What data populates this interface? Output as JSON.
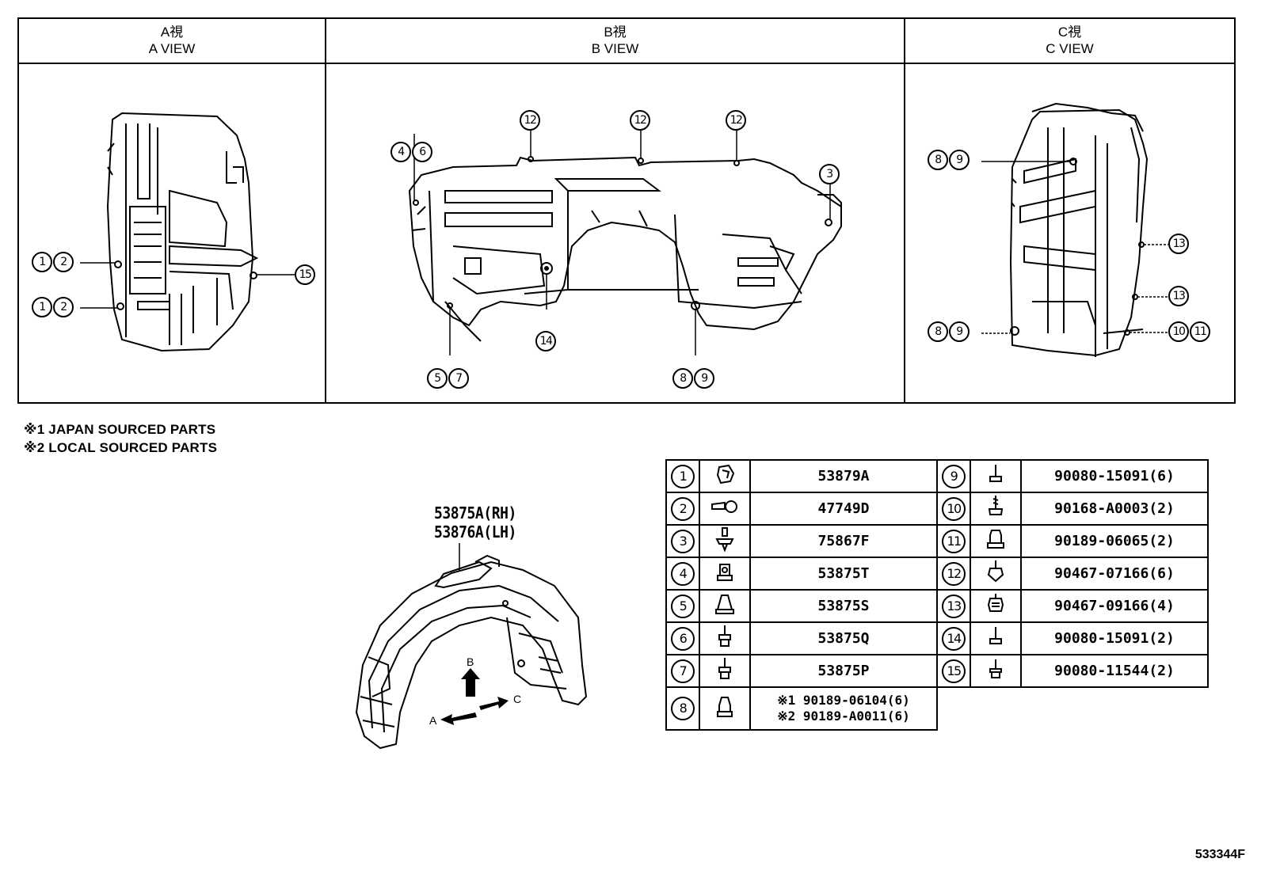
{
  "views": [
    {
      "title_jp": "A視",
      "title_en": "A VIEW"
    },
    {
      "title_jp": "B視",
      "title_en": "B VIEW"
    },
    {
      "title_jp": "C視",
      "title_en": "C VIEW"
    }
  ],
  "callouts": {
    "a_1": [
      "1",
      "2"
    ],
    "a_2": [
      "1",
      "2"
    ],
    "a_3": [
      "15"
    ],
    "b_1": [
      "4",
      "6"
    ],
    "b_2": [
      "12"
    ],
    "b_3": [
      "12"
    ],
    "b_4": [
      "12"
    ],
    "b_5": [
      "3"
    ],
    "b_6": [
      "14"
    ],
    "b_7": [
      "5",
      "7"
    ],
    "b_8": [
      "8",
      "9"
    ],
    "c_1": [
      "8",
      "9"
    ],
    "c_2": [
      "13"
    ],
    "c_3": [
      "13"
    ],
    "c_4": [
      "8",
      "9"
    ],
    "c_5": [
      "10",
      "11"
    ]
  },
  "notes": [
    "※1 JAPAN SOURCED PARTS",
    "※2 LOCAL SOURCED PARTS"
  ],
  "main_part": {
    "line1": "53875A(RH)",
    "line2": "53876A(LH)"
  },
  "arrows": {
    "a": "A",
    "b": "B",
    "c": "C"
  },
  "parts_left": [
    {
      "num": "1",
      "icon": "clip-icon",
      "part": "53879A"
    },
    {
      "num": "2",
      "icon": "grommet-icon",
      "part": "47749D"
    },
    {
      "num": "3",
      "icon": "push-rivet-icon",
      "part": "75867F"
    },
    {
      "num": "4",
      "icon": "nut-clip-icon",
      "part": "53875T"
    },
    {
      "num": "5",
      "icon": "retainer-icon",
      "part": "53875S"
    },
    {
      "num": "6",
      "icon": "screw-icon",
      "part": "53875Q"
    },
    {
      "num": "7",
      "icon": "screw-icon",
      "part": "53875P"
    },
    {
      "num": "8",
      "icon": "nut-icon",
      "part_1": "※1 90189-06104(6)",
      "part_2": "※2 90189-A0011(6)"
    }
  ],
  "parts_right": [
    {
      "num": "9",
      "icon": "bolt-icon",
      "part": "90080-15091(6)"
    },
    {
      "num": "10",
      "icon": "tapping-screw-icon",
      "part": "90168-A0003(2)"
    },
    {
      "num": "11",
      "icon": "flange-nut-icon",
      "part": "90189-06065(2)"
    },
    {
      "num": "12",
      "icon": "screw-grommet-icon",
      "part": "90467-07166(6)"
    },
    {
      "num": "13",
      "icon": "clip-icon",
      "part": "90467-09166(4)"
    },
    {
      "num": "14",
      "icon": "bolt-icon",
      "part": "90080-15091(2)"
    },
    {
      "num": "15",
      "icon": "bolt-icon",
      "part": "90080-11544(2)"
    }
  ],
  "diagram_code": "533344F"
}
